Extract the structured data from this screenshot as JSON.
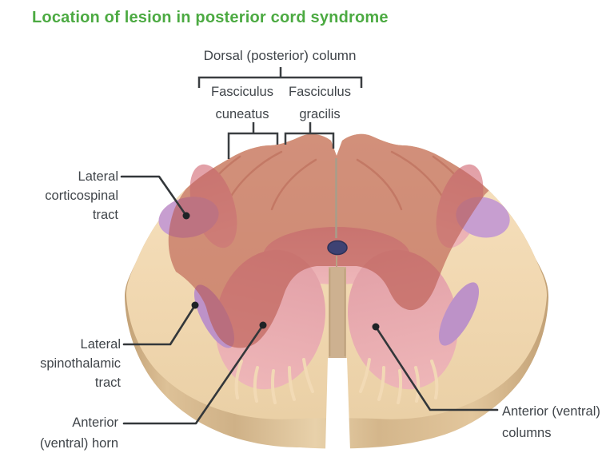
{
  "title": {
    "text": "Location of lesion in posterior cord syndrome",
    "color": "#4caa42"
  },
  "annotations": {
    "dorsal_column": {
      "label": "Dorsal (posterior) column"
    },
    "fasciculus_cuneatus": {
      "line1": "Fasciculus",
      "line2": "cuneatus"
    },
    "fasciculus_gracilis": {
      "line1": "Fasciculus",
      "line2": "gracilis"
    },
    "lateral_corticospinal": {
      "line1": "Lateral",
      "line2": "corticospinal",
      "line3": "tract"
    },
    "lateral_spinothalamic": {
      "line1": "Lateral",
      "line2": "spinothalamic",
      "line3": "tract"
    },
    "anterior_horn": {
      "line1": "Anterior",
      "line2": "(ventral) horn"
    },
    "anterior_columns": {
      "line1": "Anterior (ventral)",
      "line2": "columns"
    }
  },
  "regions": {
    "lesion_overlay": {
      "name": "posterior cord lesion",
      "color": "#b75548",
      "opacity": "0.58"
    },
    "white_matter": {
      "name": "white matter (cut surface)",
      "color": "#f1d8b1"
    },
    "cord_side": {
      "name": "cord side surface",
      "color": "#d9bc92"
    },
    "gray_matter": {
      "name": "gray matter",
      "color": "#e9aeb2"
    },
    "corticospinal_tract": {
      "name": "lateral corticospinal tract",
      "color": "#c79ed0"
    },
    "spinothalamic_tract": {
      "name": "lateral spinothalamic tract",
      "color": "#bd92c8"
    },
    "central_canal": {
      "name": "central canal",
      "color": "#3e4273"
    },
    "fissure": {
      "name": "anterior median fissure",
      "color": "#cdb190"
    },
    "sulcus_line": {
      "color": "#a79d8a"
    },
    "leader": {
      "color": "#33373a"
    },
    "dot": {
      "color": "#1f2326"
    },
    "bracket": {
      "color": "#3a3e41"
    }
  }
}
